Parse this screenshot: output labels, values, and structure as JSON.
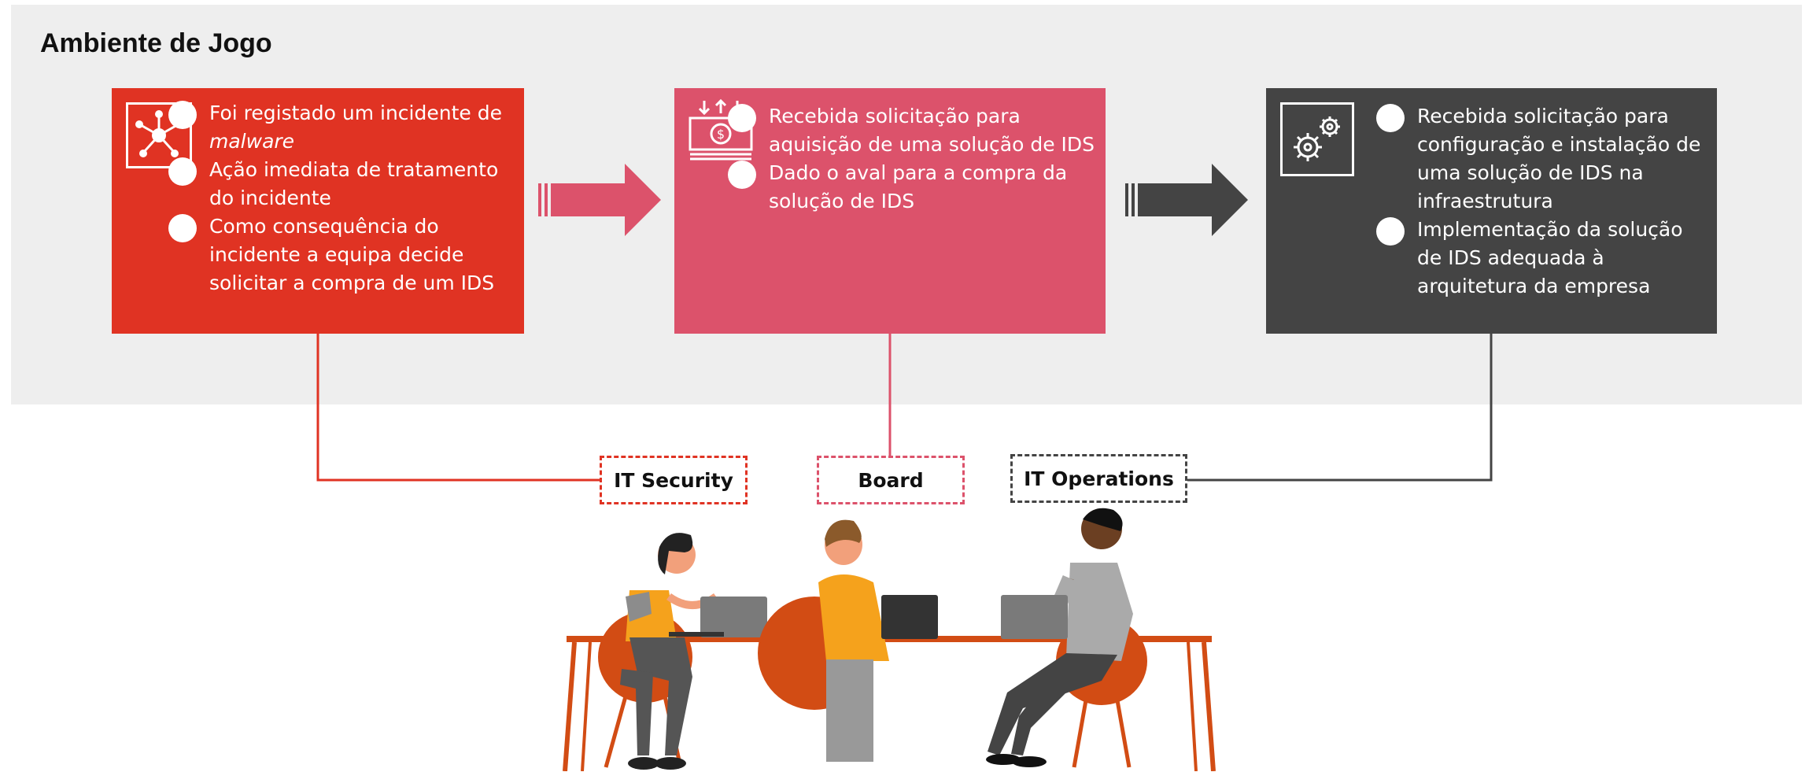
{
  "panel": {
    "title": "Ambiente de Jogo"
  },
  "colors": {
    "security": "#e03323",
    "board": "#dc526b",
    "operations": "#444444",
    "panel_bg": "#eeeeee"
  },
  "steps": [
    {
      "icon": "network-hub-icon",
      "bullets": [
        {
          "prefix": "Foi registado um incidente de ",
          "emphasis": "malware"
        },
        {
          "text": "Ação imediata de tratamento do incidente"
        },
        {
          "text": "Como consequência do incidente a equipa decide solicitar a compra de um IDS"
        }
      ]
    },
    {
      "icon": "money-transfer-icon",
      "bullets": [
        {
          "text": "Recebida solicitação para aquisição de uma solução de IDS"
        },
        {
          "text": "Dado o aval para a compra da solução de IDS"
        }
      ]
    },
    {
      "icon": "gears-icon",
      "bullets": [
        {
          "text": "Recebida solicitação para configuração e instalação de uma solução de IDS na infraestrutura"
        },
        {
          "text": "Implementação da solução de IDS adequada à arquitetura da empresa"
        }
      ]
    }
  ],
  "roles": [
    "IT Security",
    "Board",
    "IT Operations"
  ]
}
